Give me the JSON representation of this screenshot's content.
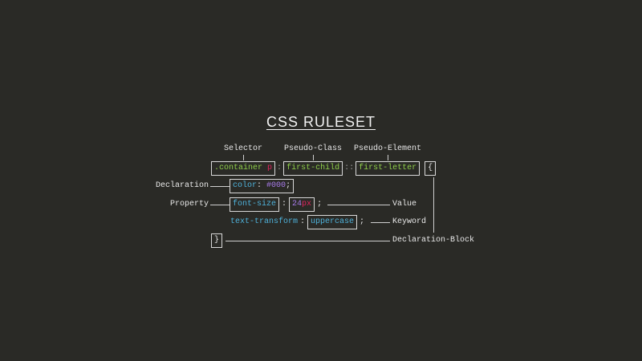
{
  "title": "CSS RULESET",
  "labels": {
    "selector": "Selector",
    "pseudo_class": "Pseudo-Class",
    "pseudo_element": "Pseudo-Element",
    "declaration": "Declaration",
    "property": "Property",
    "value": "Value",
    "keyword": "Keyword",
    "declaration_block": "Declaration-Block"
  },
  "code": {
    "selector_class": ".container",
    "selector_element": "p",
    "colon": ":",
    "pseudo_class": "first-child",
    "double_colon": "::",
    "pseudo_element": "first-letter",
    "open_brace": "{",
    "decl1_property": "color",
    "decl1_sep": ":",
    "decl1_value": "#000",
    "semicolon": ";",
    "decl2_property": "font-size",
    "decl2_sep": ":",
    "decl2_number": "24",
    "decl2_unit": "px",
    "decl3_property": "text-transform",
    "decl3_sep": ":",
    "decl3_value": "uppercase",
    "close_brace": "}"
  },
  "colors": {
    "background": "#2a2a26",
    "selector": "#8fcf4a",
    "element": "#e0245e",
    "property": "#4fb3dc",
    "value": "#a77bea"
  }
}
